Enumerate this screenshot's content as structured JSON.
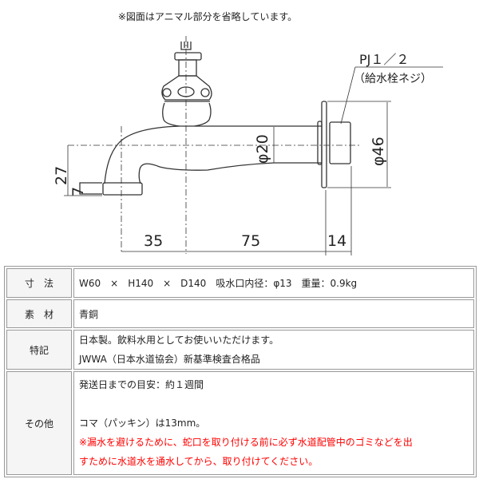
{
  "note": "※図面はアニマル部分を省略しています。",
  "dims": {
    "d35": "35",
    "d75": "75",
    "d14": "14",
    "h27": "27",
    "h7": "7",
    "phi20": "φ20",
    "phi46": "φ46",
    "thread": "PJ１／２",
    "thread_note": "（給水栓ネジ）"
  },
  "table": [
    {
      "label": "寸　法",
      "lines": [
        "W60　×　H140　×　D140　吸水口内径：φ13　重量：0.9kg"
      ]
    },
    {
      "label": "素　材",
      "lines": [
        "青銅"
      ]
    },
    {
      "label": "特記",
      "lines": [
        "日本製。飲料水用としてお使いいただけます。",
        "JWWA（日本水道協会）新基準検査合格品"
      ]
    },
    {
      "label": "その他",
      "lines": [
        "発送日までの目安：約１週間",
        "",
        "コマ（パッキン）は13mm。"
      ],
      "warning": [
        "※漏水を避けるために、蛇口を取り付ける前に必ず水道配管中のゴミなどを出",
        "すために水道水を通水してから、取り付けてください。"
      ]
    }
  ],
  "colors": {
    "warning": "#ff0000",
    "line": "#333333"
  }
}
